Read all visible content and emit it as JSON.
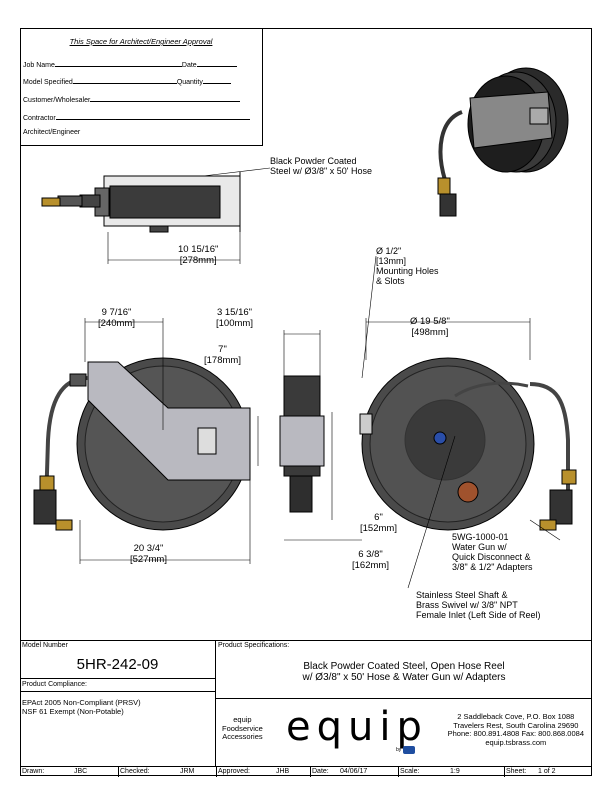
{
  "approval": {
    "title": "This Space for Architect/Engineer Approval",
    "job_name": "Job Name",
    "date": "Date",
    "model_specified": "Model Specified",
    "quantity": "Quantity",
    "customer": "Customer/Wholesaler",
    "contractor": "Contractor",
    "architect": "Architect/Engineer"
  },
  "callouts": {
    "top_hose": [
      "Black Powder Coated",
      "Steel w/ Ø3/8\" x 50' Hose"
    ],
    "top_width": [
      "10 15/16\"",
      "[278mm]"
    ],
    "holes": [
      "Ø 1/2\"",
      "[13mm]",
      "Mounting Holes",
      "& Slots"
    ],
    "arm": [
      "9 7/16\"",
      "[240mm]"
    ],
    "depth": [
      "3 15/16\"",
      "[100mm]"
    ],
    "height_7": [
      "7\"",
      "[178mm]"
    ],
    "diameter": [
      "Ø 19 5/8\"",
      "[498mm]"
    ],
    "base_6": [
      "6\"",
      "[152mm]"
    ],
    "width_20": [
      "20 3/4\"",
      "[527mm]"
    ],
    "side_6_3_8": [
      "6 3/8\"",
      "[162mm]"
    ],
    "gun": [
      "5WG-1000-01",
      "Water Gun w/",
      "Quick Disconnect &",
      "3/8\" & 1/2\" Adapters"
    ],
    "shaft": [
      "Stainless Steel Shaft &",
      "Brass Swivel w/ 3/8\" NPT",
      "Female Inlet (Left Side of Reel)"
    ]
  },
  "title_block": {
    "model_number_label": "Model Number",
    "model_number": "5HR-242-09",
    "compliance_label": "Product Compliance:",
    "compliance": [
      "EPAct 2005 Non-Compliant (PRSV)",
      "NSF 61 Exempt (Non-Potable)"
    ],
    "spec_label": "Product Specifications:",
    "spec": [
      "Black Powder Coated Steel, Open Hose Reel",
      "w/ Ø3/8\" x 50' Hose & Water Gun w/ Adapters"
    ],
    "brand_small": [
      "equip",
      "Foodservice",
      "Accessories"
    ],
    "brand_logo": "equip",
    "brand_by": "by",
    "address": [
      "2 Saddleback Cove, P.O. Box 1088",
      "Travelers Rest, South Carolina 29690",
      "Phone: 800.891.4808  Fax: 800.868.0084",
      "equip.tsbrass.com"
    ]
  },
  "footer": {
    "drawn_label": "Drawn:",
    "drawn": "JBC",
    "checked_label": "Checked:",
    "checked": "JRM",
    "approved_label": "Approved:",
    "approved": "JHB",
    "date_label": "Date:",
    "date": "04/06/17",
    "scale_label": "Scale:",
    "scale": "1:9",
    "sheet_label": "Sheet:",
    "sheet": "1  of  2"
  }
}
